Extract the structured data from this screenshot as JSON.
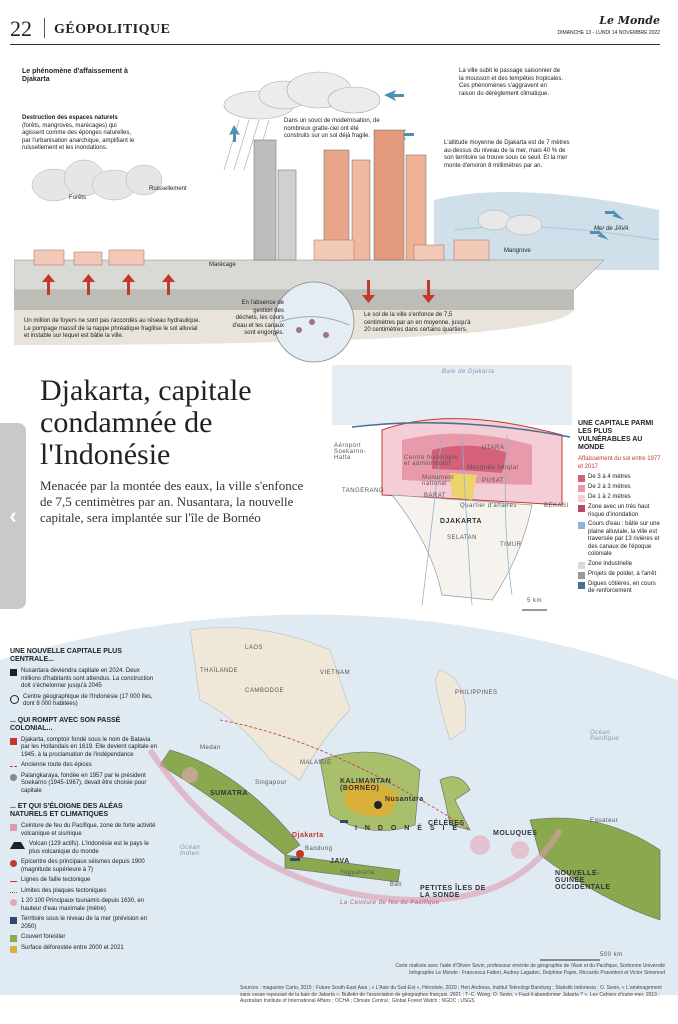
{
  "header": {
    "page_number": "22",
    "section": "GÉOPOLITIQUE",
    "logo": "Le Monde",
    "date": "DIMANCHE 13 - LUNDI 14 NOVEMBRE 2022"
  },
  "illustration": {
    "title": "Le phénomène d'affaissement à Djakarta",
    "label_forests_intro": "Destruction des espaces naturels",
    "label_forests": "(forêts, mangroves, marécages) qui agissent comme des éponges naturelles, par l'urbanisation anarchique, amplifiant le ruissellement et les inondations.",
    "label_forets": "Forêts",
    "label_ruissellement": "Ruissellement",
    "label_marecage": "Marécage",
    "label_mangrove": "Mangrove",
    "label_mer": "Mer de JAVA",
    "label_skyscraper": "Dans un souci de modernisation, de nombreux gratte-ciel ont été construits sur un sol déjà fragile.",
    "label_monsoon": "La ville subit le passage saisonnier de la mousson et des tempêtes tropicales. Ces phénomènes s'aggravent en raison du dérèglement climatique.",
    "label_altitude": "L'altitude moyenne de Djakarta est de 7 mètres au-dessus du niveau de la mer, mais 40 % de son territoire se trouve sous ce seuil. Et la mer monte d'environ 8 millimètres par an.",
    "label_pumping": "Un million de foyers ne sont pas raccordés au réseau hydraulique. Le pompage massif de la nappe phréatique fragilise le sol alluvial et instable sur lequel est bâtie la ville.",
    "label_waste": "En l'absence de gestion des déchets, les cours d'eau et les canaux sont engorgés.",
    "label_subsidence": "Le sol de la ville s'enfonce de 7,5 centimètres par an en moyenne, jusqu'à 20 centimètres dans certains quartiers."
  },
  "title": {
    "main": "Djakarta, capitale condamnée de l'Indonésie",
    "subtitle": "Menacée par la montée des eaux, la ville s'enfonce de 7,5 centimètres par an. Nusantara, la nouvelle capitale, sera implantée sur l'île de Bornéo"
  },
  "djakarta_map": {
    "bay": "Baie de Djakarta",
    "airport": "Aéroport Soekarno-Hatta",
    "tangerang": "TANGERANG",
    "centre": "Centre historique et administratif",
    "mosquee": "Mosquée Istiqlal",
    "monas": "Monument national",
    "utara": "UTARA",
    "pusat": "PUSAT",
    "barat": "BARAT",
    "quartier": "Quartier d'affaires",
    "djakarta": "DJAKARTA",
    "selatan": "SELATAN",
    "timur": "TIMUR",
    "bekasi": "BEKASI",
    "scale": "5 km"
  },
  "legend_right": {
    "title": "UNE CAPITALE PARMI LES PLUS VULNÉRABLES AU MONDE",
    "subtitle": "Affaissement du sol entre 1977 et 2017",
    "items": [
      {
        "label": "De 3 à 4 mètres",
        "color": "#d4607a"
      },
      {
        "label": "De 2 à 3 mètres",
        "color": "#e89aab"
      },
      {
        "label": "De 1 à 2 mètres",
        "color": "#f4cdd6"
      },
      {
        "label": "Zone avec un très haut risque d'inondation",
        "color": "#b9475f"
      },
      {
        "label": "Cours d'eau : bâtie sur une plaine alluviale, la ville est traversée par 13 rivières et des canaux de l'époque coloniale",
        "color": "#8fb3d4"
      },
      {
        "label": "Zone industrielle",
        "color": "#d8d8d8"
      },
      {
        "label": "Projets de polder, à l'arrêt",
        "color": "#9a9a9a"
      },
      {
        "label": "Digues côtières, en cours de renforcement",
        "color": "#4a6f93"
      }
    ]
  },
  "legend_left": {
    "s1_title": "UNE NOUVELLE CAPITALE PLUS CENTRALE...",
    "s1_item1": "Nusantara deviendra capitale en 2024. Deux millions d'habitants sont attendus. La construction doit s'échelonner jusqu'à 2045",
    "s1_item2": "Centre géographique de l'Indonésie (17 000 îles, dont 8 000 habitées)",
    "s2_title": "... QUI ROMPT AVEC SON PASSÉ COLONIAL...",
    "s2_item1": "Djakarta, comptoir fondé sous le nom de Batavia par les Hollandais en 1619. Elle devient capitale en 1945, à la proclamation de l'indépendance",
    "s2_item2": "Ancienne route des épices",
    "s2_item3": "Palangkaraya, fondée en 1957 par le président Soekarno (1945-1967), devait être choisie pour capitale",
    "s3_title": "... ET QUI S'ÉLOIGNE DES ALÉAS NATURELS ET CLIMATIQUES",
    "s3_item1": "Ceinture de feu du Pacifique, zone de forte activité volcanique et sismique",
    "s3_item2": "Volcan (129 actifs). L'Indonésie est le pays le plus volcanique du monde",
    "s3_item3": "Epicentre des principaux séismes depuis 1900 (magnitude supérieure à 7)",
    "s3_item4": "Lignes de faille tectonique",
    "s3_item5": "Limites des plaques tectoniques",
    "s3_item6": "Principaux tsunamis depuis 1630, en hauteur d'eau maximale (mètre)",
    "s3_item7": "Territoire sous le niveau de la mer (prévision en 2050)",
    "s3_item8": "Couvert forestier",
    "s3_item9": "Surface déforestée entre 2000 et 2021",
    "tsunami_scale": "1  20  100"
  },
  "bigmap": {
    "laos": "LAOS",
    "thailande": "THAÏLANDE",
    "cambodge": "CAMBODGE",
    "vietnam": "VIETNAM",
    "philippines": "PHILIPPINES",
    "malaisie": "MALAISIE",
    "medan": "Medan",
    "singapour": "Singapour",
    "sumatra": "SUMATRA",
    "kalimantan": "KALIMANTAN (BORNÉO)",
    "nusantara": "Nusantara",
    "celebes": "CÉLÈBES",
    "moluques": "MOLUQUES",
    "papouasie": "NOUVELLE-GUINÉE OCCIDENTALE",
    "djakarta": "Djakarta",
    "bandung": "Bandung",
    "java": "JAVA",
    "yogyakarta": "Yogyakarta",
    "bali": "Bali",
    "petites_iles": "PETITES ÎLES DE LA SONDE",
    "indonesie": "I N D O N É S I E",
    "ocean_indien": "Océan Indien",
    "ocean_pacifique": "Océan Pacifique",
    "ceinture": "La Ceinture de feu du Pacifique",
    "equateur": "Equateur",
    "scale": "500 km"
  },
  "credits": {
    "text": "Carte réalisée avec l'aide d'Olivier Sevin, professeur émérite de géographie de l'Asie et du Pacifique, Sorbonne Université",
    "infographie": "Infographie Le Monde : Francesca Fattori, Audrey Lagadec, Delphine Papin, Riccardo Pravettoni et Victor Simonnet"
  },
  "sources": {
    "text": "Sources : magazine Carto, 2015 ; Future South-East Asia ; « L'Asie du Sud-Est », Hérodote, 2020 ; Heri Andreas, Institut Teknologi Bandung ; Statistik Indonesia ; O. Sevin, « L'aménagement sans cesse repoussé de la baie de Jakarta », Bulletin de l'association de géographes français, 2021 ; T.-C. Wong, O. Sevin, « Faut-il abandonner Jakarta ? », Les Cahiers d'outre-mer, 2013 ; Australian Institute of International Affairs ; OCHA ; Climate Central ; Global Forest Watch ; NGDC ; USGS"
  },
  "colors": {
    "accent_red": "#c0392b",
    "ocean": "#dfeaf3",
    "forest": "#8aa84d",
    "land": "#efe8d8",
    "sea_level": "#2f4a6b",
    "deforested": "#d9b13a"
  }
}
